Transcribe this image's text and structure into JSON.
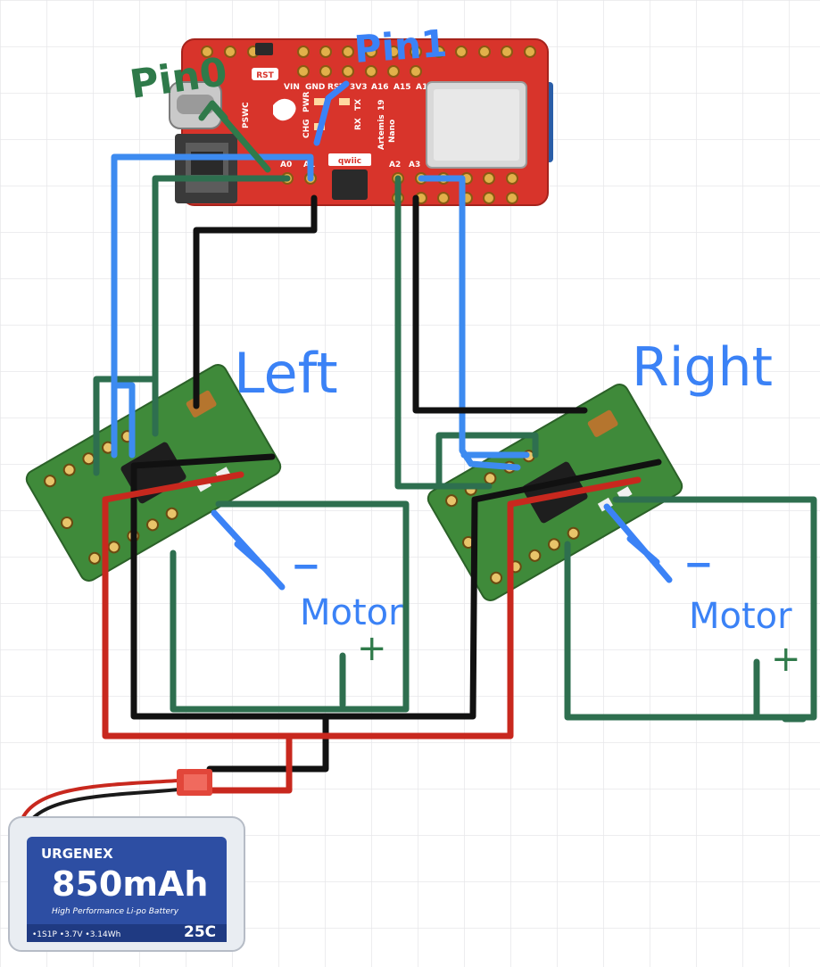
{
  "colors": {
    "grid": "#e7e7ea",
    "hand_blue": "#3b82f6",
    "hand_green": "#2f7a4a",
    "wire_red": "#c8281e",
    "wire_black": "#111111",
    "wire_green": "#2e6f4f",
    "wire_blue": "#3d8bf0",
    "board_red": "#d8342b",
    "board_green": "#3f8a3a",
    "battery_blue": "#2d4ea3"
  },
  "board": {
    "rst_label": "RST",
    "pswc_label": "PSWC",
    "top_pin_labels": [
      "VIN",
      "GND",
      "RST",
      "3V3",
      "A16",
      "A15",
      "A14"
    ],
    "side_labels": [
      "PWR",
      "CHG",
      "TX",
      "RX",
      "19"
    ],
    "name_line1": "Artemis",
    "name_line2": "Nano",
    "bottom_labels": [
      "A0",
      "A1",
      "A2",
      "A3"
    ],
    "qwiic_label": "qwiic"
  },
  "annotations": {
    "pin0": "Pin0",
    "pin1": "Pin1",
    "left": "Left",
    "right": "Right",
    "motor_left": "Motor",
    "motor_right": "Motor",
    "minus": "−",
    "plus": "+"
  },
  "battery": {
    "brand": "URGENEX",
    "capacity": "850mAh",
    "subtitle": "High Performance Li-po Battery",
    "specs": "•1S1P •3.7V •3.14Wh",
    "rating": "25C"
  },
  "icons": {
    "driver_chip": "ic-chip-icon",
    "capacitor": "capacitor-icon",
    "jst_connector": "jst-connector-icon",
    "usb_c": "usb-c-icon",
    "ble_module": "ble-module-icon"
  }
}
